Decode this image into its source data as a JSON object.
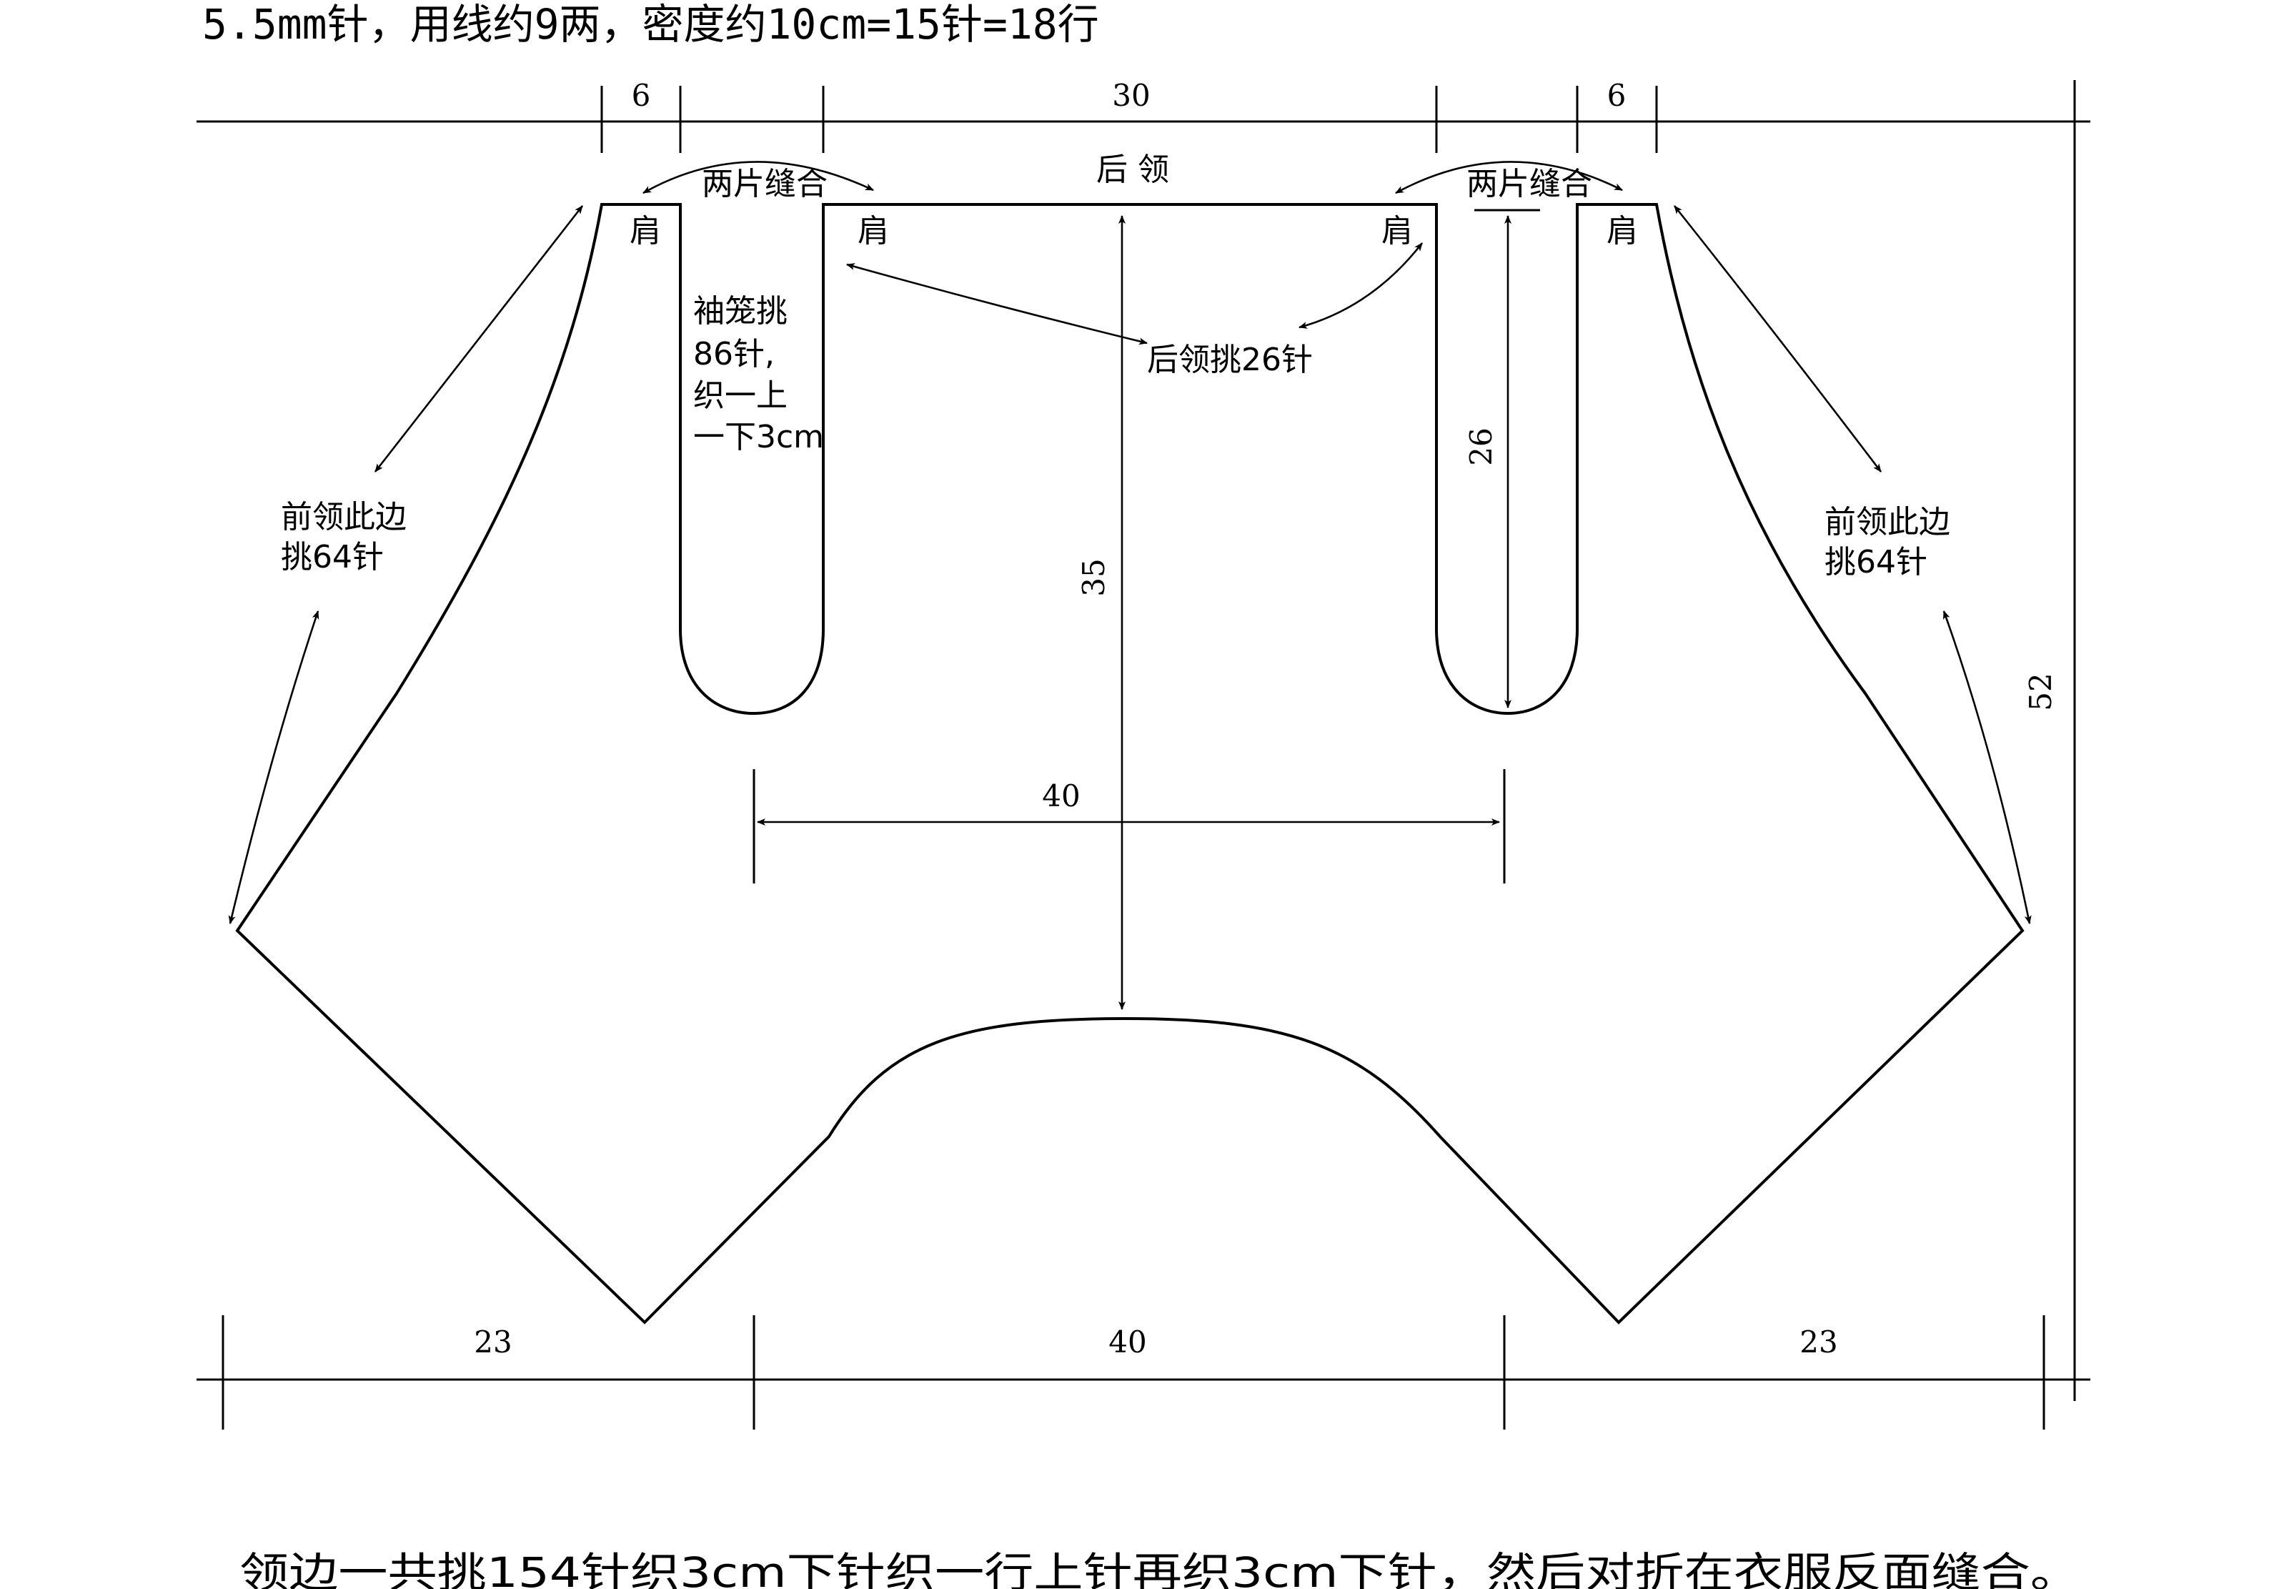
{
  "title": "5.5mm针，用线约9两，密度约10cm=15针=18行",
  "footer": "领边一共挑154针织3cm下针织一行上针再织3cm下针，然后对折在衣服反面缝合。",
  "dimensions": {
    "top_left": "6",
    "top_center": "30",
    "top_right": "6",
    "center_height": "35",
    "armhole_depth": "26",
    "center_width": "40",
    "total_height": "52",
    "bottom_left": "23",
    "bottom_center": "40",
    "bottom_right": "23"
  },
  "labels": {
    "back_collar": "后 领",
    "sew_left": "两片缝合",
    "sew_right": "两片缝合",
    "shoulder_1": "肩",
    "shoulder_2": "肩",
    "shoulder_3": "肩",
    "shoulder_4": "肩",
    "sleeve_pickup": [
      "袖笼挑",
      "86针,",
      "织一上",
      "一下3cm"
    ],
    "back_collar_pickup": "后领挑26针",
    "front_left": [
      "前领此边",
      "挑64针"
    ],
    "front_right": [
      "前领此边",
      "挑64针"
    ]
  }
}
